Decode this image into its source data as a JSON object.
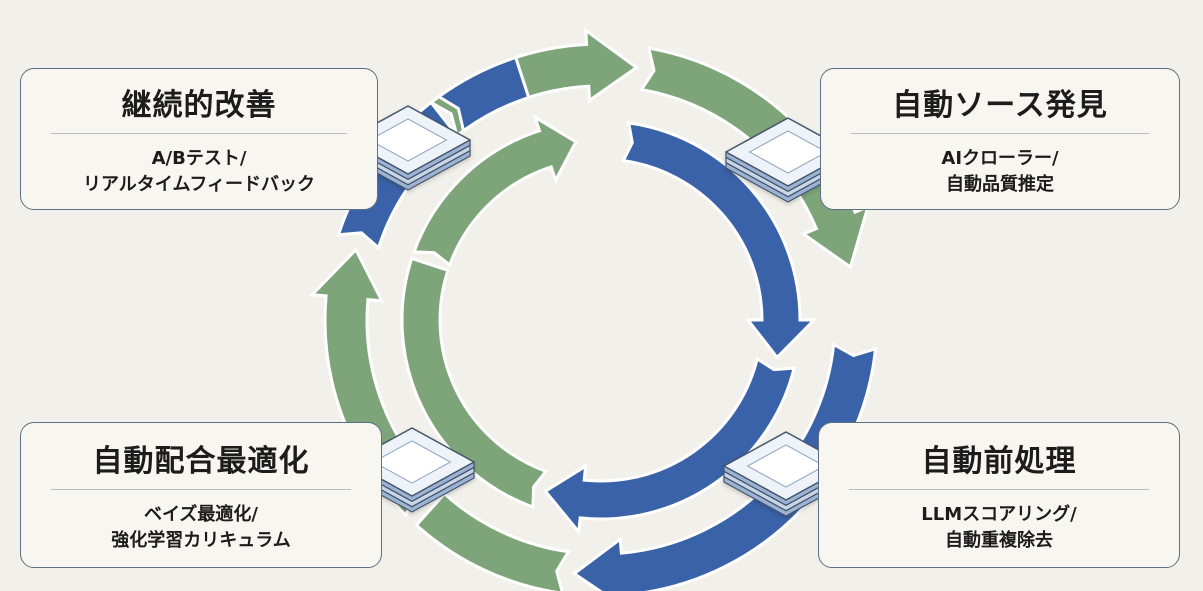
{
  "stages": [
    {
      "id": "continuous-improvement",
      "title": "継続的改善",
      "lines": [
        "A/Bテスト/",
        "リアルタイムフィードバック"
      ]
    },
    {
      "id": "auto-source-discovery",
      "title": "自動ソース発見",
      "lines": [
        "AIクローラー/",
        "自動品質推定"
      ]
    },
    {
      "id": "auto-preprocessing",
      "title": "自動前処理",
      "lines": [
        "LLMスコアリング/",
        "自動重複除去"
      ]
    },
    {
      "id": "auto-mixture-optimization",
      "title": "自動配合最適化",
      "lines": [
        "ベイズ最適化/",
        "強化学習カリキュラム"
      ]
    }
  ],
  "colors": {
    "green_arrow": "#7ea57a",
    "blue_arrow": "#3a62a8",
    "background": "#f2f0ea",
    "card_border": "#5d6f83",
    "node_face": "#eef3f9",
    "node_side": "#9db3d4"
  }
}
